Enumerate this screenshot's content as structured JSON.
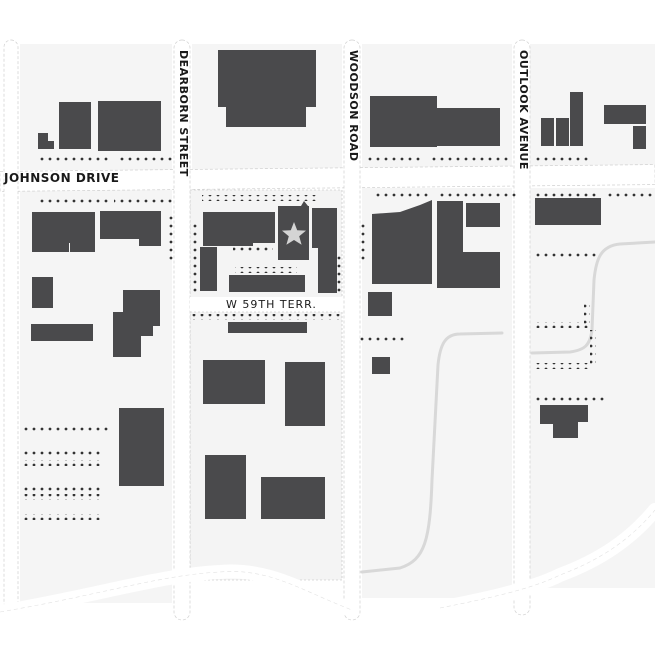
{
  "map": {
    "title": "Site plan map",
    "colors": {
      "ground": "#f6f6f6",
      "street": "#ffffff",
      "building": "#4a4a4c",
      "dots": "#333333",
      "path": "#d9d9d9",
      "star": "#d4d4d4"
    },
    "streets": {
      "horizontal_main": "JOHNSON DRIVE",
      "vertical": [
        "DEARBORN STREET",
        "WOODSON ROAD",
        "OUTLOOK AVENUE"
      ],
      "terrace": "W 59TH TERR."
    },
    "marker": {
      "icon": "star-icon",
      "description": "Highlighted building location"
    }
  }
}
